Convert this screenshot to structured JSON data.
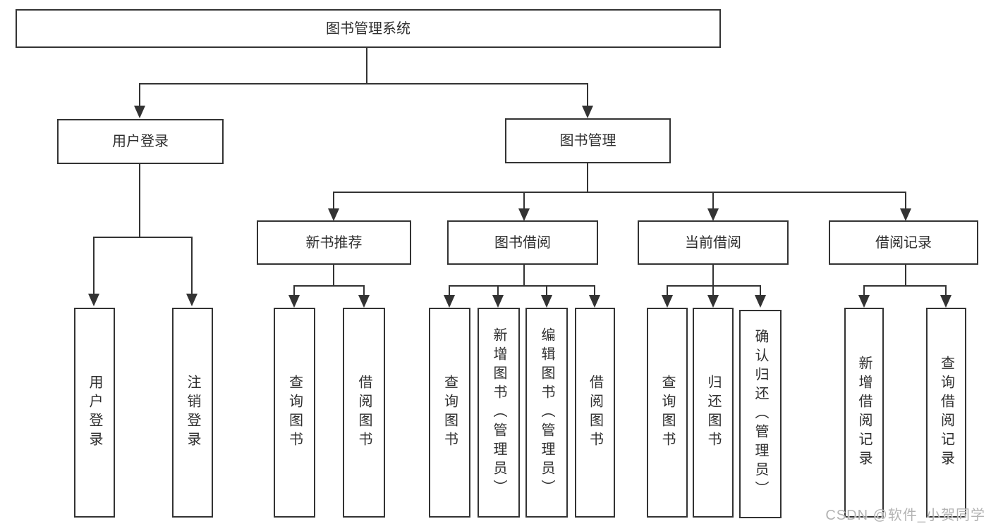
{
  "colors": {
    "line": "#333333",
    "text": "#2f2f2f",
    "bg": "#ffffff",
    "watermark": "#b3b3b3"
  },
  "watermark": {
    "text": "CSDN @软件_小贺同学"
  },
  "tree": {
    "label": "图书管理系统",
    "children": [
      {
        "label": "用户登录",
        "children": [
          {
            "label": "用户登录"
          },
          {
            "label": "注销登录"
          }
        ]
      },
      {
        "label": "图书管理",
        "children": [
          {
            "label": "新书推荐",
            "children": [
              {
                "label": "查询图书"
              },
              {
                "label": "借阅图书"
              }
            ]
          },
          {
            "label": "图书借阅",
            "children": [
              {
                "label": "查询图书"
              },
              {
                "label": "新增图书（管理员）"
              },
              {
                "label": "编辑图书（管理员）"
              },
              {
                "label": "借阅图书"
              }
            ]
          },
          {
            "label": "当前借阅",
            "children": [
              {
                "label": "查询图书"
              },
              {
                "label": "归还图书"
              },
              {
                "label": "确认归还（管理员）"
              }
            ]
          },
          {
            "label": "借阅记录",
            "children": [
              {
                "label": "新增借阅记录"
              },
              {
                "label": "查询借阅记录"
              }
            ]
          }
        ]
      }
    ]
  }
}
